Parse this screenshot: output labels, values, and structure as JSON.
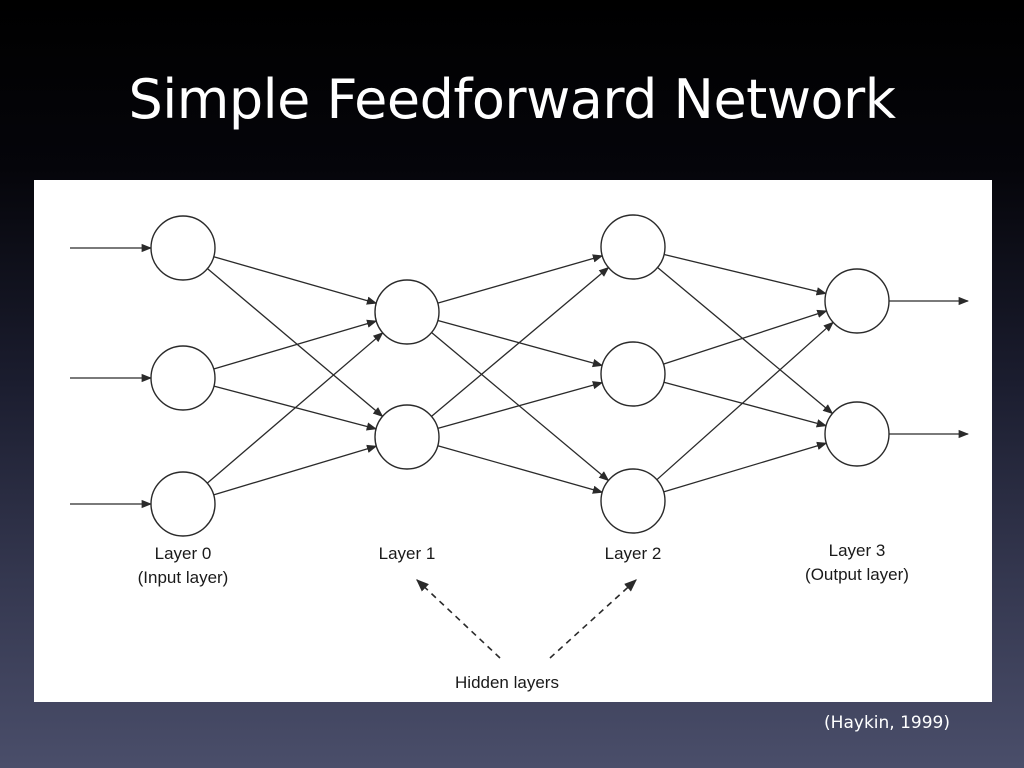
{
  "slide": {
    "title": "Simple Feedforward Network",
    "citation": "(Haykin, 1999)"
  },
  "diagram": {
    "layers": [
      {
        "name": "Layer 0",
        "subtitle": "(Input layer)",
        "nodes": 3
      },
      {
        "name": "Layer 1",
        "subtitle": "",
        "nodes": 2
      },
      {
        "name": "Layer 2",
        "subtitle": "",
        "nodes": 3
      },
      {
        "name": "Layer 3",
        "subtitle": "(Output layer)",
        "nodes": 2
      }
    ],
    "hidden_label": "Hidden layers",
    "connectivity": "fully-connected",
    "colors": {
      "line": "#2a2a2a",
      "node_fill": "#ffffff",
      "panel": "#ffffff"
    }
  }
}
